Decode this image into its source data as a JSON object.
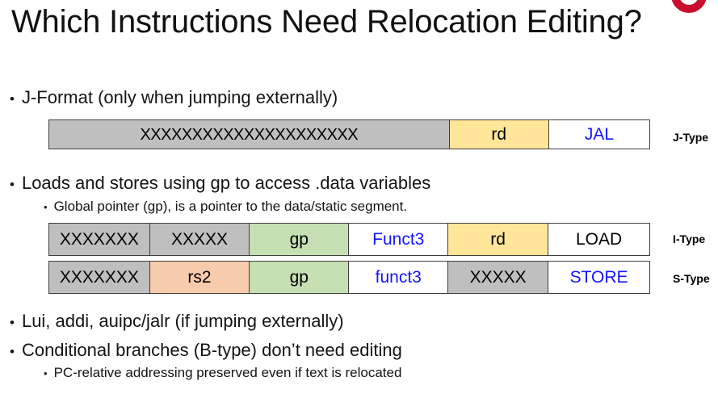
{
  "slide": {
    "title": "Which Instructions Need Relocation Editing?",
    "logo_color": "#c8102e"
  },
  "bullets": {
    "jformat": "J-Format (only when jumping externally)",
    "loads_stores": "Loads and stores using gp to access .data variables",
    "global_pointer": "Global pointer (gp), is a pointer to the data/static segment.",
    "lui_addi": "Lui, addi, auipc/jalr (if jumping externally)",
    "branches": "Conditional branches (B-type) don’t need editing",
    "pc_relative": "PC-relative addressing preserved even if text is relocated",
    "dot": "•"
  },
  "colors": {
    "gray": "#bfbfbf",
    "yellow": "#ffe699",
    "green": "#c6e0b4",
    "peach": "#f8cbad",
    "white": "#ffffff",
    "blue_text": "#1414ff",
    "black_text": "#000000",
    "border": "#3f3f3f"
  },
  "formats": [
    {
      "id": "jtype",
      "label": "J-Type",
      "cells": [
        {
          "text": "XXXXXXXXXXXXXXXXXXXXX",
          "fill": "gray",
          "text_color": "black",
          "width_pct": 66.7,
          "small": true
        },
        {
          "text": "rd",
          "fill": "yellow",
          "text_color": "black",
          "width_pct": 16.6,
          "small": false
        },
        {
          "text": "JAL",
          "fill": "white",
          "text_color": "blue",
          "width_pct": 16.7,
          "small": false
        }
      ]
    },
    {
      "id": "itype",
      "label": "I-Type",
      "cells": [
        {
          "text": "XXXXXXX",
          "fill": "gray",
          "text_color": "black",
          "width_pct": 16.8,
          "small": false
        },
        {
          "text": "XXXXX",
          "fill": "gray",
          "text_color": "black",
          "width_pct": 16.6,
          "small": false
        },
        {
          "text": "gp",
          "fill": "green",
          "text_color": "black",
          "width_pct": 16.6,
          "small": false
        },
        {
          "text": "Funct3",
          "fill": "white",
          "text_color": "blue",
          "width_pct": 16.5,
          "small": false
        },
        {
          "text": "rd",
          "fill": "yellow",
          "text_color": "black",
          "width_pct": 16.7,
          "small": false
        },
        {
          "text": "LOAD",
          "fill": "white",
          "text_color": "black",
          "width_pct": 16.8,
          "small": false
        }
      ]
    },
    {
      "id": "stype",
      "label": "S-Type",
      "cells": [
        {
          "text": "XXXXXXX",
          "fill": "gray",
          "text_color": "black",
          "width_pct": 16.8,
          "small": false
        },
        {
          "text": "rs2",
          "fill": "peach",
          "text_color": "black",
          "width_pct": 16.6,
          "small": false
        },
        {
          "text": "gp",
          "fill": "green",
          "text_color": "black",
          "width_pct": 16.6,
          "small": false
        },
        {
          "text": "funct3",
          "fill": "white",
          "text_color": "blue",
          "width_pct": 16.5,
          "small": false
        },
        {
          "text": "XXXXX",
          "fill": "gray",
          "text_color": "black",
          "width_pct": 16.7,
          "small": false
        },
        {
          "text": "STORE",
          "fill": "white",
          "text_color": "blue",
          "width_pct": 16.8,
          "small": false
        }
      ]
    }
  ]
}
